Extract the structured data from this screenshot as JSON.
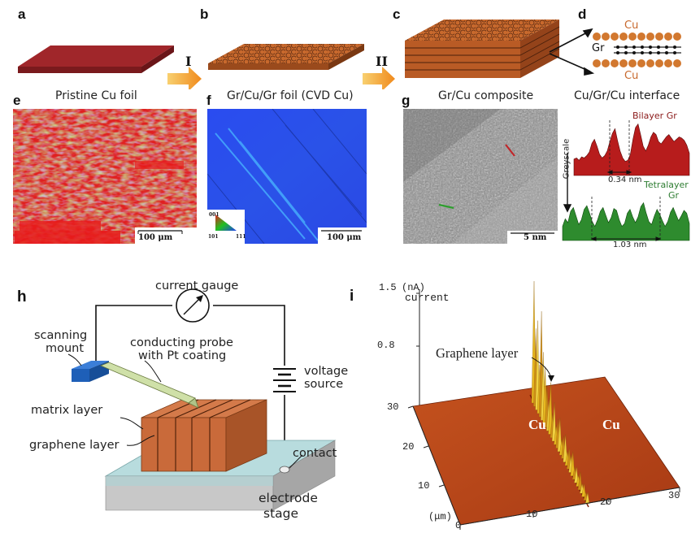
{
  "panels": {
    "a": {
      "letter": "a",
      "caption": "Pristine Cu foil"
    },
    "b": {
      "letter": "b",
      "caption": "Gr/Cu/Gr foil (CVD Cu)"
    },
    "c": {
      "letter": "c",
      "caption": "Gr/Cu composite"
    },
    "d": {
      "letter": "d",
      "caption": "Cu/Gr/Cu interface",
      "label_cu_top": "Cu",
      "label_gr": "Gr",
      "label_cu_bottom": "Cu"
    },
    "e": {
      "letter": "e",
      "scalebar": "100 μm"
    },
    "f": {
      "letter": "f",
      "scalebar": "100 μm",
      "ipf_001": "001",
      "ipf_101": "101",
      "ipf_111": "111"
    },
    "g": {
      "letter": "g",
      "scalebar": "5 nm",
      "ylabel": "Greyscale",
      "bilayer": "Bilayer Gr",
      "bilayer_spacing": "0.34 nm",
      "tetralayer_line1": "Tetralayer",
      "tetralayer_line2": "Gr",
      "tetralayer_spacing": "1.03 nm"
    },
    "h": {
      "letter": "h",
      "current_gauge": "current gauge",
      "scanning_mount_1": "scanning",
      "scanning_mount_2": "mount",
      "probe_1": "conducting probe",
      "probe_2": "with Pt coating",
      "voltage_1": "voltage",
      "voltage_2": "source",
      "matrix_layer": "matrix layer",
      "graphene_layer": "graphene layer",
      "contact": "contact",
      "electrode": "electrode",
      "stage": "stage"
    },
    "i": {
      "letter": "i",
      "z_tick_top": "1.5",
      "z_unit": "(nA)",
      "z_label": "current",
      "z_tick_mid": "0.8",
      "graphene_layer": "Graphene layer",
      "cu_left": "Cu",
      "cu_right": "Cu",
      "y_ticks": [
        "30",
        "20",
        "10"
      ],
      "x_ticks": [
        "0",
        "10",
        "20",
        "30"
      ],
      "x_unit": "(μm)"
    }
  },
  "process_steps": [
    "I",
    "II"
  ],
  "colors": {
    "cu_plain": "#a0262a",
    "cu_dark": "#7a1a1d",
    "cu_orange": "#c8692d",
    "arrow": "#f0a030",
    "bilayer": "#b22222",
    "tetralayer": "#2e8b2e",
    "ebsd_blue": "#2b4ee6",
    "stage": "#b8dcde",
    "surface": "#c0471b"
  },
  "chart_data": [
    {
      "type": "area",
      "title": "",
      "series_label": "Bilayer Gr",
      "xlabel": "",
      "ylabel": "Greyscale",
      "y": [
        28,
        30,
        26,
        32,
        30,
        34,
        40,
        55,
        62,
        50,
        36,
        30,
        34,
        42,
        58,
        72,
        80,
        60,
        42,
        30,
        24,
        26,
        36,
        62,
        82,
        88,
        70,
        50,
        42,
        52,
        66,
        74,
        70,
        58,
        54,
        60,
        66,
        70,
        64,
        58,
        62,
        66,
        64,
        60,
        52,
        38
      ]
    },
    {
      "type": "area",
      "title": "",
      "series_label": "Tetralayer Gr",
      "xlabel": "",
      "ylabel": "Greyscale",
      "y": [
        30,
        46,
        38,
        62,
        70,
        52,
        34,
        44,
        66,
        74,
        58,
        40,
        30,
        44,
        62,
        70,
        54,
        38,
        48,
        68,
        64,
        44,
        30,
        36,
        58,
        66,
        50,
        38,
        50,
        72,
        80,
        58,
        40,
        34,
        52,
        66,
        56,
        42,
        30,
        40,
        60,
        70,
        56,
        42,
        52,
        64,
        58,
        36
      ]
    }
  ]
}
